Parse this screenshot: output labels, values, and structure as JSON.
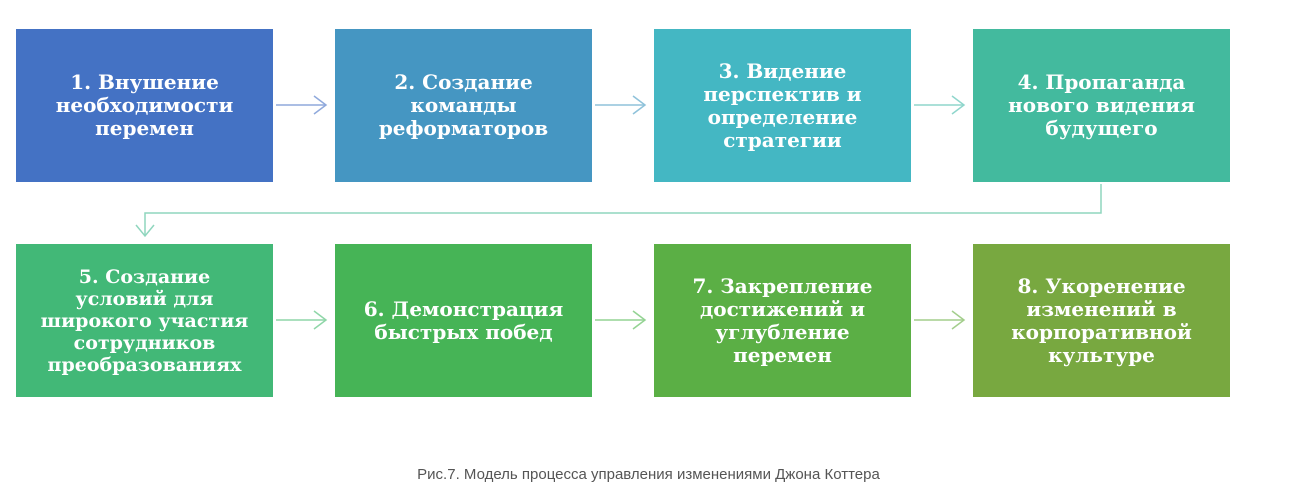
{
  "steps": [
    {
      "label": "1. Внушение\nнеобходимости\nперемен",
      "color": "#4472C4"
    },
    {
      "label": "2. Создание\nкоманды\nреформаторов",
      "color": "#4596C2"
    },
    {
      "label": "3. Видение\nперспектив и\nопределение\nстратегии",
      "color": "#44B7C3"
    },
    {
      "label": "4. Пропаганда\nнового видения\nбудущего",
      "color": "#43BA9E"
    },
    {
      "label": "5. Создание\nусловий для\nширокого участия\nсотрудников\nпреобразованиях",
      "color": "#42B877"
    },
    {
      "label": "6. Демонстрация\nбыстрых побед",
      "color": "#46B456"
    },
    {
      "label": "7. Закрепление\nдостижений и\nуглубление\nперемен",
      "color": "#5BAF45"
    },
    {
      "label": "8. Укоренение\nизменений в\nкорпоративной\nкультуре",
      "color": "#78A840"
    }
  ],
  "arrow_colors": {
    "row1": [
      "#8FA9DC",
      "#8FC2DA",
      "#8FD6CC"
    ],
    "connector": "#8FD6BE",
    "row2": [
      "#8FD6A8",
      "#94D393",
      "#A3CE8C"
    ]
  },
  "caption": "Рис.7. Модель процесса управления изменениями Джона Коттера"
}
